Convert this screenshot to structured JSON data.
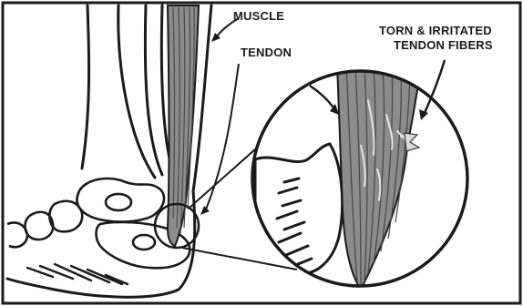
{
  "labels": {
    "muscle": "MUSCLE",
    "tendon": "TENDON",
    "torn_line1": "TORN & IRRITATED",
    "torn_line2": "TENDON FIBERS"
  },
  "colors": {
    "ink": "#1a1a1a",
    "tendon_fill": "#8c8c8c",
    "fiber_dark": "#4a4a4a",
    "fiber_light": "#d9d9d9",
    "background": "#ffffff"
  }
}
